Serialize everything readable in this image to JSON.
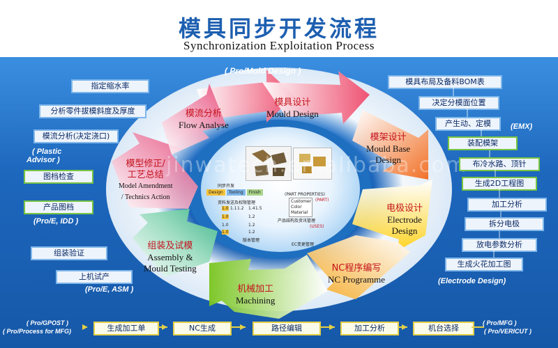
{
  "header": {
    "title_cn": "模具同步开发流程",
    "title_en": "Synchronization Exploitation Process"
  },
  "top_note": "( Pro/Mold Design )",
  "stages": {
    "mould_design": {
      "cn": "模具设计",
      "en": "Mould Design"
    },
    "mould_base": {
      "cn": "模架设计",
      "en1": "Mould Base",
      "en2": "Design"
    },
    "electrode": {
      "cn": "电极设计",
      "en1": "Electrode",
      "en2": "Design"
    },
    "nc": {
      "cn": "NC程序编写",
      "en": "NC Programme"
    },
    "machining": {
      "cn": "机械加工",
      "en": "Machining"
    },
    "assembly": {
      "cn": "组装及试模",
      "en1": "Assembly &",
      "en2": "Mould Testing"
    },
    "model_amend": {
      "cn1": "模型修正/",
      "cn2": "工艺总结",
      "en1": "Model Amendment",
      "en2": "/ Technics Action"
    },
    "flow": {
      "cn": "模流分析",
      "en": "Flow Analyse"
    }
  },
  "left_boxes": {
    "shrink": "指定缩水率",
    "draft": "分析零件拔模斜度及厚度",
    "flow_gate": "模流分析(决定浇口)",
    "drawing_check": "图档检查",
    "product_drawing": "产品图档",
    "assembly_verify": "组装验证",
    "trial": "上机试产"
  },
  "left_notes": {
    "plastic": "( Plastic",
    "advisor": "Advisor )",
    "idd": "(Pro/E, IDD )",
    "asm": "(Pro/E, ASM )"
  },
  "right_boxes": {
    "layout_bom": "模具布局及备料BOM表",
    "parting": "决定分模面位置",
    "slider": "产生动、定模",
    "frame": "装配模架",
    "cooling": "布冷水路、顶针",
    "drawing_2d": "生成2D工程图",
    "machining_analysis": "加工分析",
    "split_electrode": "拆分电极",
    "discharge": "放电参数分析",
    "spark_drawing": "生成火花加工图"
  },
  "right_notes": {
    "emx": "(EMX)",
    "electrode_design": "(Electrode Design)"
  },
  "bottom_flow": [
    "机台选择",
    "加工分析",
    "路径编辑",
    "NC生成",
    "生成加工单"
  ],
  "bottom_notes": {
    "right1": "( Pro/MFG )",
    "right2": "( Pro/VERICUT )",
    "left1": "( Pro/GPOST )",
    "left2": "( Pro/Process for MFG)"
  },
  "center": {
    "sync_label": "同步开发",
    "tabs": [
      "Design",
      "Tooling",
      "Finish"
    ],
    "data_label": "资料发送及权限管理",
    "part_props": "(PART PROPERTIES)",
    "customer": "Customer",
    "color": "Color",
    "material": "Material",
    "part_tag": "(PART)",
    "uses_tag": "(USES)",
    "product_struct": "产品结构及资讯管理",
    "version": "版本管理",
    "ec": "EC变更管理",
    "grid_values": [
      "1.0",
      "1.1",
      "1.2",
      "1.4",
      "1.5",
      "1.0",
      "1.2",
      "1.0",
      "1.2",
      "1.0",
      "1.2"
    ]
  },
  "watermark": "jinwatech.en.alibaba.com",
  "colors": {
    "background": "#1f6fc0",
    "title": "#1d5fb0",
    "stage_cn": "#c4141e"
  }
}
